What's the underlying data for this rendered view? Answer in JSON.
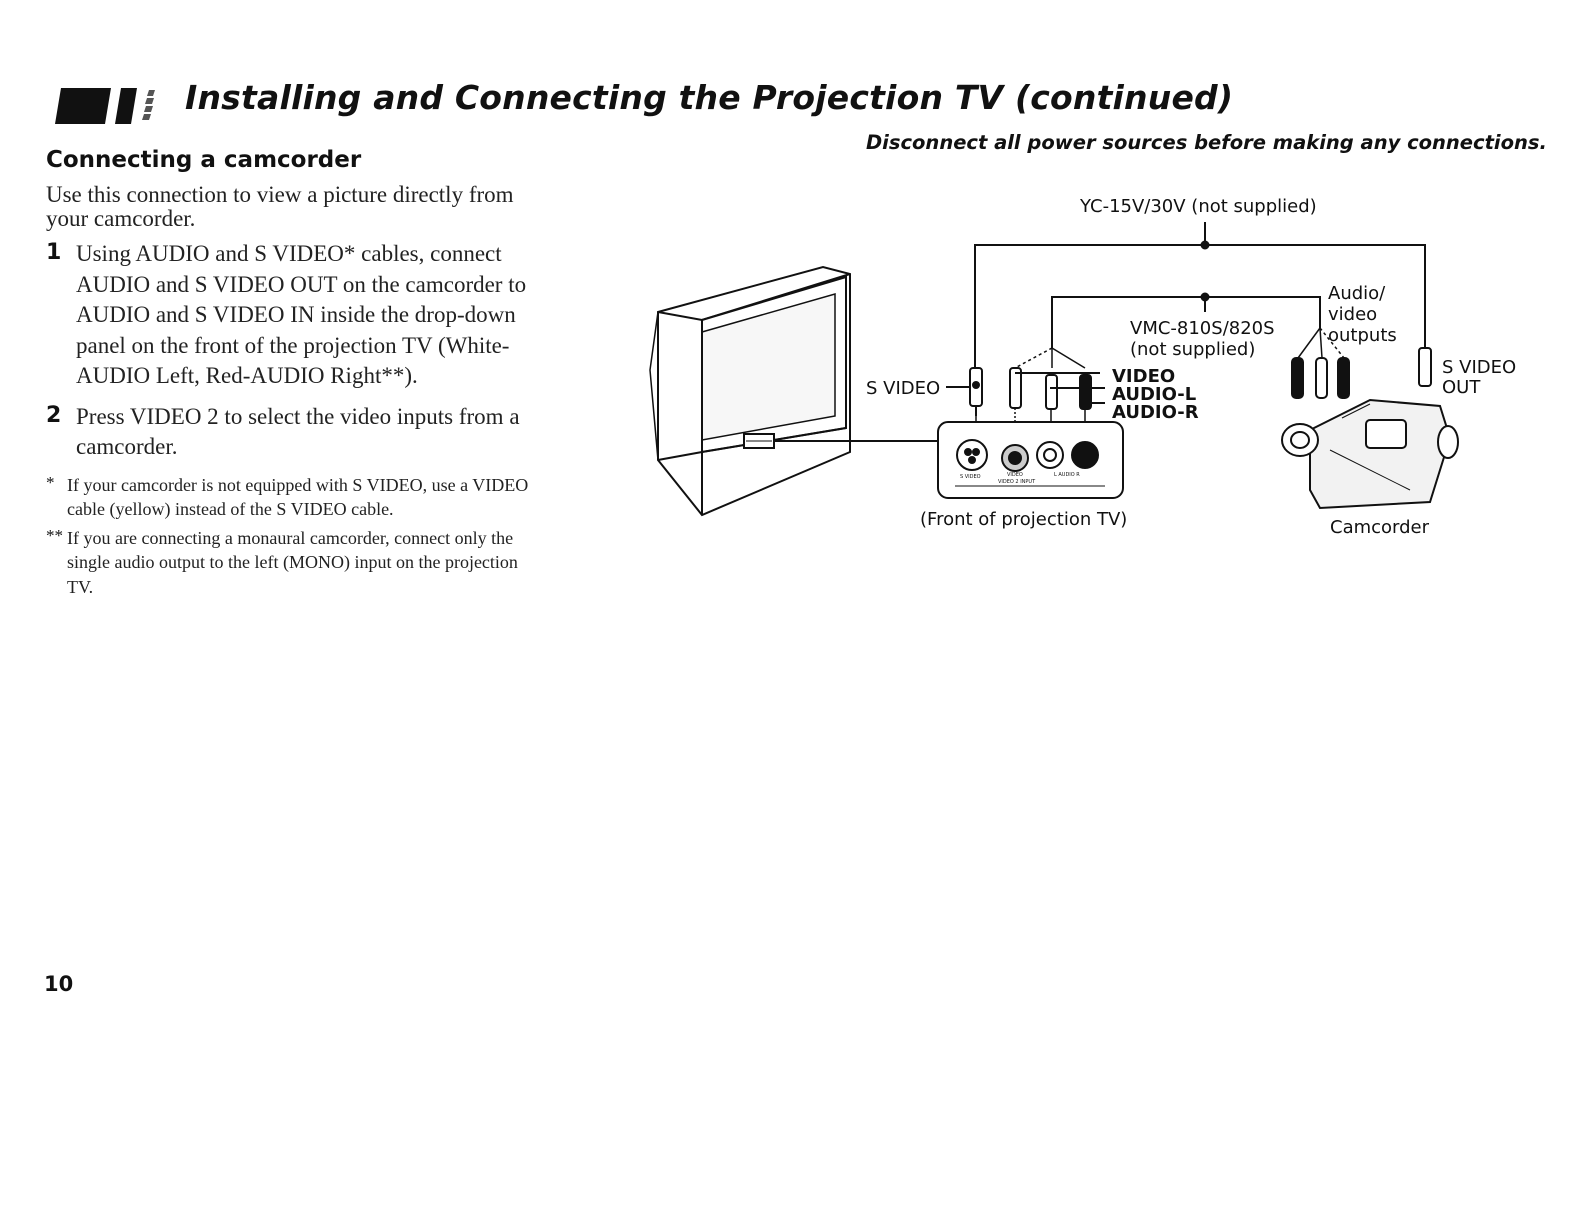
{
  "header": {
    "title": "Installing and Connecting the Projection TV (continued)",
    "warning": "Disconnect all power sources before making any connections."
  },
  "section": {
    "title": "Connecting a camcorder",
    "intro": "Use this connection to view a picture directly from your camcorder.",
    "steps": [
      {
        "number": "1",
        "text": "Using AUDIO and S VIDEO* cables, connect AUDIO and S VIDEO OUT on the camcorder to AUDIO and S VIDEO IN inside the drop-down panel on the front of the projection TV (White-AUDIO Left, Red-AUDIO Right**)."
      },
      {
        "number": "2",
        "text": "Press VIDEO 2 to select the video inputs from a camcorder."
      }
    ],
    "notes": [
      {
        "mark": "*",
        "text": "If your camcorder is not equipped with S VIDEO, use a VIDEO cable (yellow) instead of the S VIDEO cable."
      },
      {
        "mark": "**",
        "text": "If you are connecting a monaural camcorder, connect only the single audio output to the left (MONO) input on the projection TV."
      }
    ]
  },
  "diagram": {
    "yc_cable": "YC-15V/30V (not supplied)",
    "vmc_cable_line1": "VMC-810S/820S",
    "vmc_cable_line2": "(not supplied)",
    "av_outputs_line1": "Audio/",
    "av_outputs_line2": "video",
    "av_outputs_line3": "outputs",
    "s_video_in": "S VIDEO",
    "s_video_out_line1": "S VIDEO",
    "s_video_out_line2": "OUT",
    "video": "VIDEO",
    "audio_l": "AUDIO-L",
    "audio_r": "AUDIO-R",
    "panel_caption": "(Front of projection TV)",
    "camcorder": "Camcorder",
    "panel_jack_svideo": "S VIDEO",
    "panel_jack_video": "VIDEO",
    "panel_jack_audio": "L AUDIO R",
    "panel_group": "VIDEO 2 INPUT"
  },
  "page_number": "10"
}
